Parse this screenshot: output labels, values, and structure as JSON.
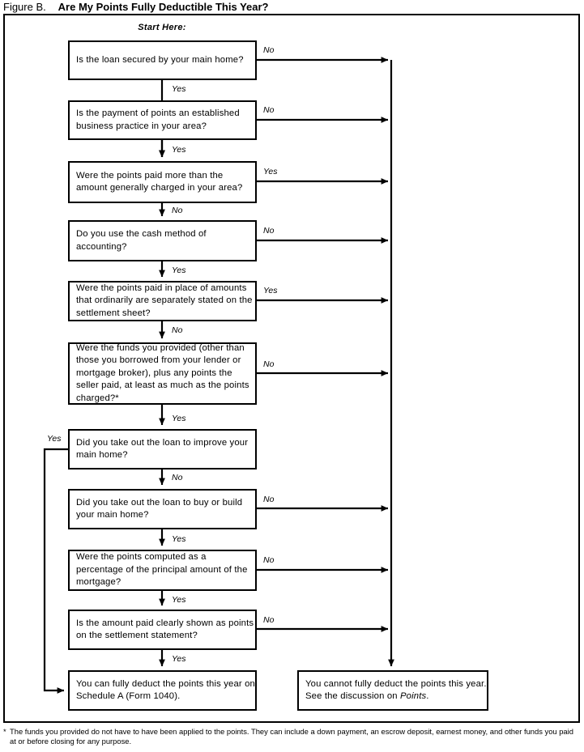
{
  "title": {
    "figure_label": "Figure B.",
    "heading": "Are My Points Fully Deductible This Year?"
  },
  "start_label": "Start Here:",
  "colors": {
    "ink": "#000000",
    "paper": "#ffffff"
  },
  "flow": {
    "nodes": [
      {
        "id": "q1",
        "text": "Is the loan secured by your main home?"
      },
      {
        "id": "q2",
        "text": "Is the payment of points an established business practice in your area?"
      },
      {
        "id": "q3",
        "text": "Were the points paid more than the amount generally charged in your area?"
      },
      {
        "id": "q4",
        "text": "Do you use the cash method of accounting?"
      },
      {
        "id": "q5",
        "text": "Were the points paid in place of amounts that ordinarily are separately stated on the settlement sheet?"
      },
      {
        "id": "q6",
        "text": "Were the funds you provided (other than those you borrowed from your lender or mortgage broker), plus any points the seller paid, at least as much as the points charged?*"
      },
      {
        "id": "q7",
        "text": "Did you take out the loan to improve your main home?"
      },
      {
        "id": "q8",
        "text": "Did you take out the loan to buy or build your main home?"
      },
      {
        "id": "q9",
        "text": "Were the points computed as a percentage of the principal amount of the mortgage?"
      },
      {
        "id": "q10",
        "text": "Is the amount paid clearly shown as points on the settlement statement?"
      },
      {
        "id": "yes-outcome",
        "text_before": "You can fully deduct the points this year on Schedule A (Form 1040).",
        "text": "You can fully deduct the points this year on Schedule A (Form 1040)."
      },
      {
        "id": "no-outcome",
        "text_a": "You cannot fully deduct the points this year. See the discussion on ",
        "text_italic": "Points",
        "text_b": "."
      }
    ],
    "edge_labels": {
      "q1_right": "No",
      "q1_down": "Yes",
      "q2_right": "No",
      "q2_down": "Yes",
      "q3_right": "Yes",
      "q3_down": "No",
      "q4_right": "No",
      "q4_down": "Yes",
      "q5_right": "Yes",
      "q5_down": "No",
      "q6_right": "No",
      "q6_down": "Yes",
      "q7_left": "Yes",
      "q7_down": "No",
      "q8_right": "No",
      "q8_down": "Yes",
      "q9_right": "No",
      "q9_down": "Yes",
      "q10_right": "No",
      "q10_down": "Yes"
    }
  },
  "footnote": {
    "marker": "*",
    "text": "The funds you provided do not have to have been applied to the points. They can include a down payment, an escrow deposit, earnest money, and other funds you paid at or before closing for any purpose."
  }
}
